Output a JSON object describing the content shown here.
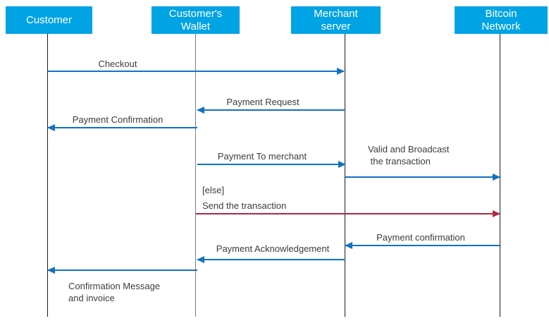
{
  "seq": {
    "colors": {
      "actor_fill": "#00A3E4",
      "actor_text": "#FFFFFF",
      "message_blue": "#1272C2",
      "message_red": "#B02A3C",
      "lifeline_dark": "#1A1A1A",
      "lifeline_gray": "#7D7D7D",
      "label_text": "#3C3C3C",
      "background": "#FFFFFF"
    },
    "actors": [
      {
        "id": "customer",
        "label": "Customer"
      },
      {
        "id": "customers-wallet",
        "label": "Customer's\nWallet"
      },
      {
        "id": "merchant-server",
        "label": "Merchant\nserver"
      },
      {
        "id": "bitcoin-network",
        "label": "Bitcoin\nNetwork"
      }
    ],
    "fragment": {
      "else_label": "[else]"
    },
    "messages": [
      {
        "label": "Checkout",
        "from": "Customer",
        "to": "Merchant server",
        "direction": "right",
        "color": "blue"
      },
      {
        "label": "Payment Request",
        "from": "Merchant server",
        "to": "Customer's Wallet",
        "direction": "left",
        "color": "blue"
      },
      {
        "label": "Payment Confirmation",
        "from": "Customer's Wallet",
        "to": "Customer",
        "direction": "left",
        "color": "blue"
      },
      {
        "label": "Payment To merchant",
        "from": "Customer's Wallet",
        "to": "Merchant server",
        "direction": "right",
        "color": "blue"
      },
      {
        "label": "Valid and Broadcast\n the transaction",
        "from": "Merchant server",
        "to": "Bitcoin Network",
        "direction": "right",
        "color": "blue"
      },
      {
        "label": "Send the transaction",
        "from": "Customer's Wallet",
        "to": "Bitcoin Network",
        "direction": "right",
        "color": "red"
      },
      {
        "label": "Payment confirmation",
        "from": "Bitcoin Network",
        "to": "Merchant server",
        "direction": "left",
        "color": "blue"
      },
      {
        "label": "Payment Acknowledgement",
        "from": "Merchant server",
        "to": "Customer's Wallet",
        "direction": "left",
        "color": "blue"
      },
      {
        "label": "Confirmation Message\nand invoice",
        "from": "Customer's Wallet",
        "to": "Customer",
        "direction": "left",
        "color": "blue"
      }
    ]
  }
}
